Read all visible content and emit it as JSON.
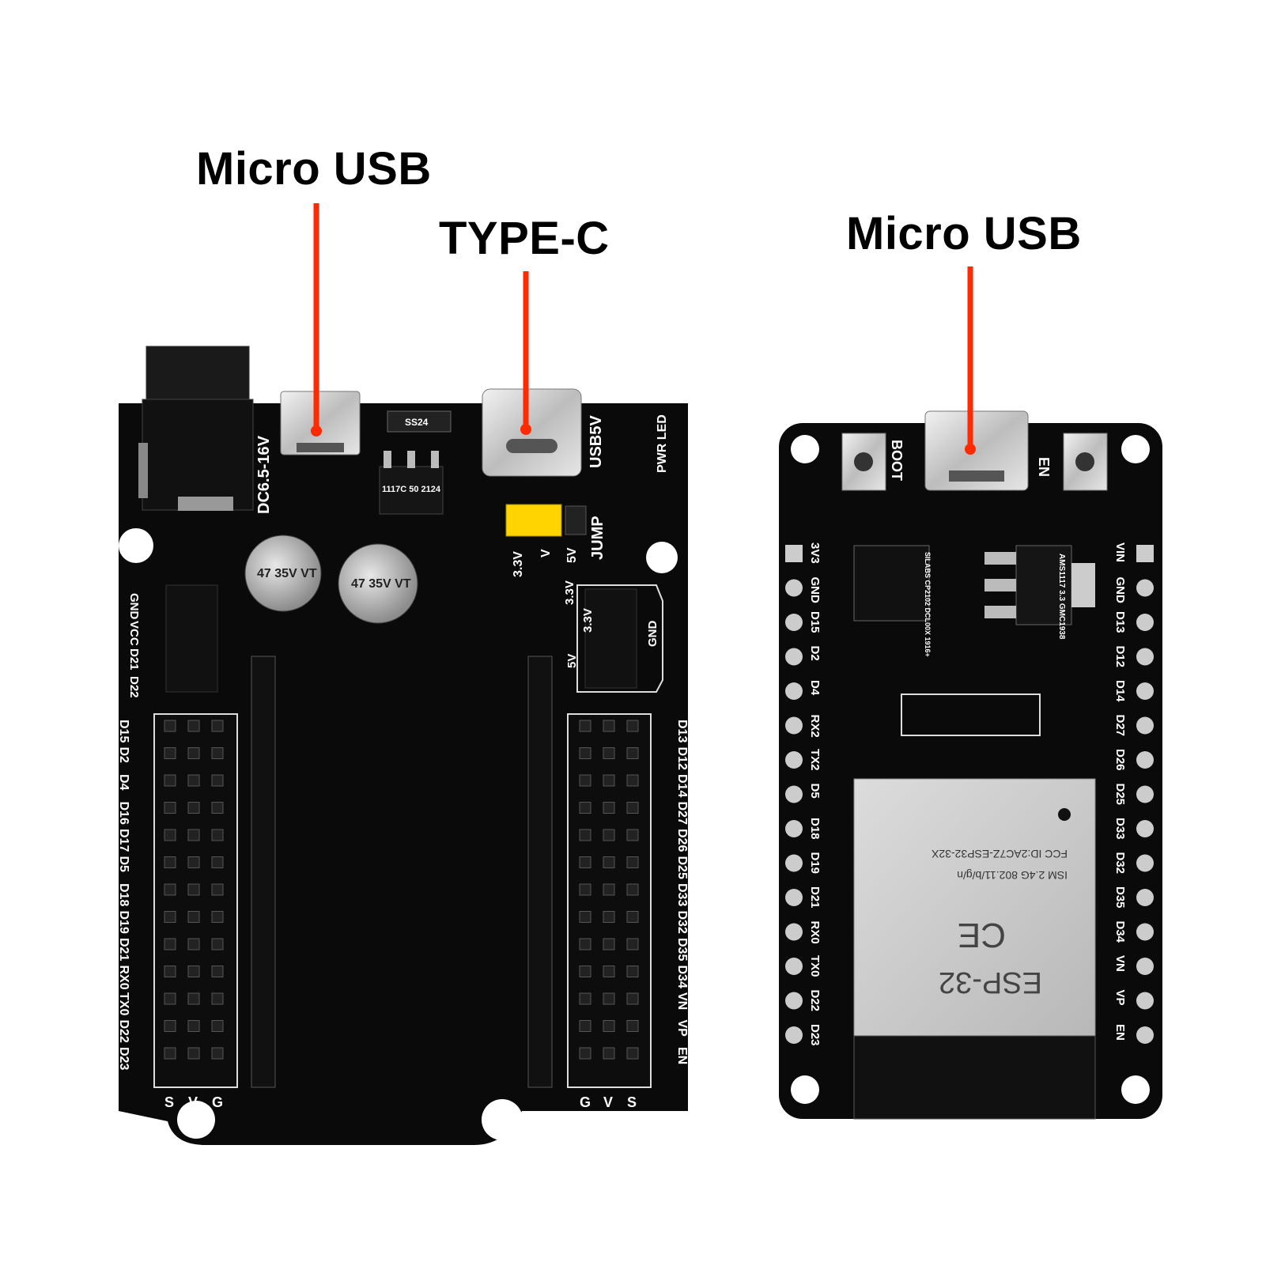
{
  "callouts": {
    "left_micro_usb": "Micro USB",
    "type_c": "TYPE-C",
    "right_micro_usb": "Micro USB"
  },
  "colors": {
    "leader_line": "#ff2a00",
    "pcb": "#0a0a0a",
    "silkscreen": "#ffffff",
    "jumper": "#ffd400",
    "module_shield": "#c9c9c9"
  },
  "shield_board": {
    "power_label": "DC6.5-16V",
    "usb5v_label": "USB5V",
    "pwr_led_label": "PWR LED",
    "diode_label": "SS24",
    "regulator_text": "1117C 50 2124",
    "cap_1": "47 35V VT",
    "cap_2": "47 35V VT",
    "jump_label": "JUMP",
    "jumper_options": [
      "3.3V",
      "V",
      "5V"
    ],
    "aux_header_labels": [
      "GND",
      "VCC",
      "D21",
      "D22"
    ],
    "power_header_labels": [
      "3.3V",
      "3.3V",
      "5V",
      "GND"
    ],
    "left_pins": [
      "D15",
      "D2",
      "D4",
      "D16",
      "D17",
      "D5",
      "D18",
      "D19",
      "D21",
      "RX0",
      "TX0",
      "D22",
      "D23"
    ],
    "right_pins": [
      "D13",
      "D12",
      "D14",
      "D27",
      "D26",
      "D25",
      "D33",
      "D32",
      "D35",
      "D34",
      "VN",
      "VP",
      "EN"
    ],
    "column_labels_left": [
      "S",
      "V",
      "G"
    ],
    "column_labels_right": [
      "G",
      "V",
      "S"
    ]
  },
  "esp32_board": {
    "boot_label": "BOOT",
    "en_label": "EN",
    "usb_chip_text": "SILABS CP2102 DCL00X 1916+",
    "regulator_text": "AMS1117 3.3 GMC1938",
    "left_pins": [
      "3V3",
      "GND",
      "D15",
      "D2",
      "D4",
      "RX2",
      "TX2",
      "D5",
      "D18",
      "D19",
      "D21",
      "RX0",
      "TX0",
      "D22",
      "D23"
    ],
    "right_pins": [
      "VIN",
      "GND",
      "D13",
      "D12",
      "D14",
      "D27",
      "D26",
      "D25",
      "D33",
      "D32",
      "D35",
      "D34",
      "VN",
      "VP",
      "EN"
    ],
    "module_fcc": "FCC ID:2AC7Z-ESP32-32X",
    "module_ism": "ISM 2.4G 802.11/b/g/n",
    "module_ce": "CE",
    "module_name": "ESP-32"
  }
}
